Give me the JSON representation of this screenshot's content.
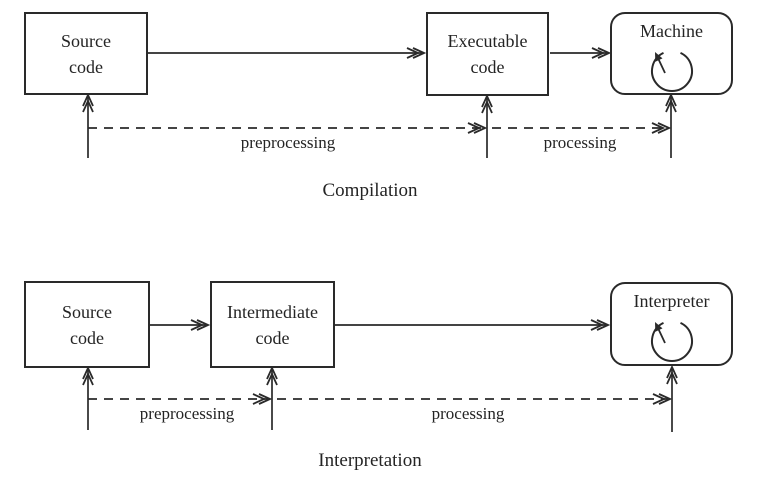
{
  "colors": {
    "ink": "#2a2a2a",
    "background": "#ffffff"
  },
  "compilation": {
    "title": "Compilation",
    "source_box": {
      "line1": "Source",
      "line2": "code"
    },
    "executable_box": {
      "line1": "Executable",
      "line2": "code"
    },
    "machine_box": {
      "label": "Machine",
      "icon": "self-loop-icon"
    },
    "preprocessing_label": "preprocessing",
    "processing_label": "processing"
  },
  "interpretation": {
    "title": "Interpretation",
    "source_box": {
      "line1": "Source",
      "line2": "code"
    },
    "intermediate_box": {
      "line1": "Intermediate",
      "line2": "code"
    },
    "interpreter_box": {
      "label": "Interpreter",
      "icon": "self-loop-icon"
    },
    "preprocessing_label": "preprocessing",
    "processing_label": "processing"
  }
}
